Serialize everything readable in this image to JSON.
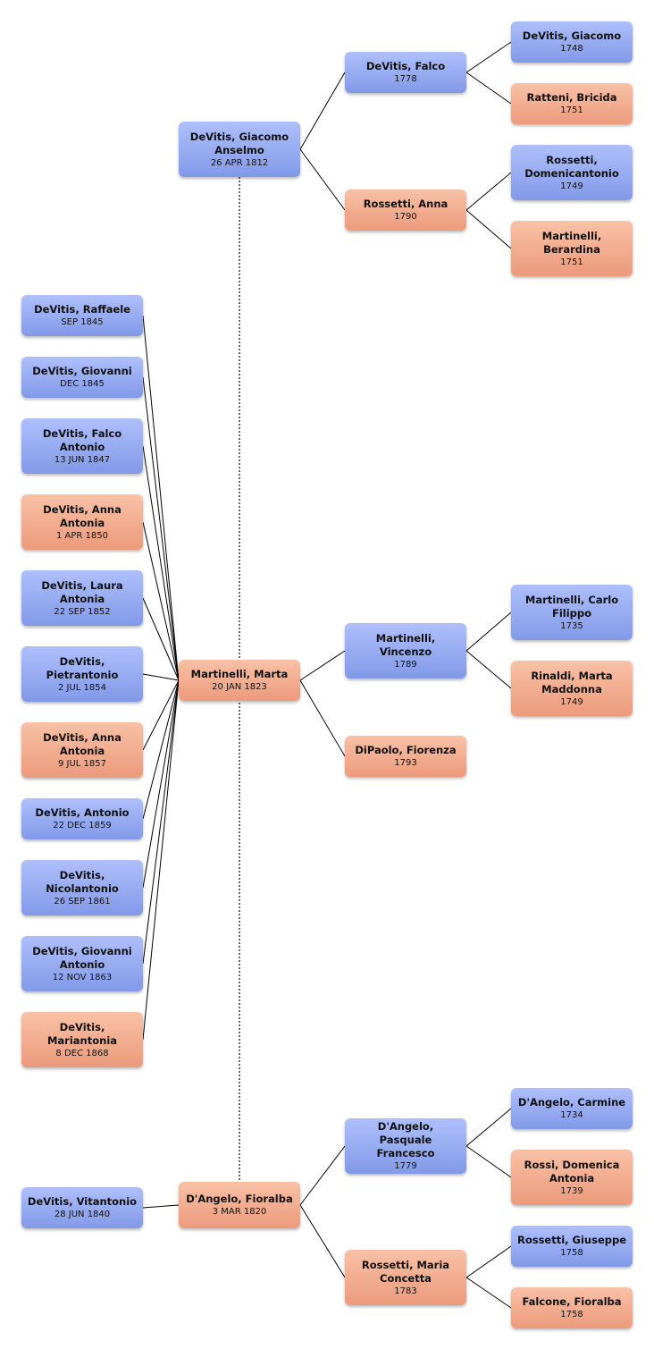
{
  "persons": [
    {
      "id": "giacomo_anselmo",
      "name": "DeVitis, Giacomo Anselmo",
      "date": "26 APR 1812",
      "sex": "m"
    },
    {
      "id": "marta",
      "name": "Martinelli, Marta",
      "date": "20 JAN 1823",
      "sex": "f"
    },
    {
      "id": "fioralba",
      "name": "D'Angelo, Fioralba",
      "date": "3 MAR 1820",
      "sex": "f"
    },
    {
      "id": "vitantonio",
      "name": "DeVitis, Vitantonio",
      "date": "28 JUN 1840",
      "sex": "m"
    },
    {
      "id": "c_raffaele",
      "name": "DeVitis, Raffaele",
      "date": "SEP 1845",
      "sex": "m"
    },
    {
      "id": "c_giovanni",
      "name": "DeVitis, Giovanni",
      "date": "DEC 1845",
      "sex": "m"
    },
    {
      "id": "c_falco_antonio",
      "name": "DeVitis, Falco Antonio",
      "date": "13 JUN 1847",
      "sex": "m"
    },
    {
      "id": "c_anna_antonia_1850",
      "name": "DeVitis, Anna Antonia",
      "date": "1 APR 1850",
      "sex": "f"
    },
    {
      "id": "c_laura_antonia",
      "name": "DeVitis, Laura Antonia",
      "date": "22 SEP 1852",
      "sex": "m"
    },
    {
      "id": "c_pietrantonio",
      "name": "DeVitis, Pietrantonio",
      "date": "2 JUL 1854",
      "sex": "m"
    },
    {
      "id": "c_anna_antonia_1857",
      "name": "DeVitis, Anna Antonia",
      "date": "9 JUL 1857",
      "sex": "f"
    },
    {
      "id": "c_antonio",
      "name": "DeVitis, Antonio",
      "date": "22 DEC 1859",
      "sex": "m"
    },
    {
      "id": "c_nicolantonio",
      "name": "DeVitis, Nicolantonio",
      "date": "26 SEP 1861",
      "sex": "m"
    },
    {
      "id": "c_giovanni_antonio",
      "name": "DeVitis, Giovanni Antonio",
      "date": "12 NOV 1863",
      "sex": "m"
    },
    {
      "id": "c_mariantonia",
      "name": "DeVitis, Mariantonia",
      "date": "8 DEC 1868",
      "sex": "f"
    },
    {
      "id": "falco",
      "name": "DeVitis, Falco",
      "date": "1778",
      "sex": "m"
    },
    {
      "id": "anna_rossetti",
      "name": "Rossetti, Anna",
      "date": "1790",
      "sex": "f"
    },
    {
      "id": "giacomo_1748",
      "name": "DeVitis, Giacomo",
      "date": "1748",
      "sex": "m"
    },
    {
      "id": "bricida",
      "name": "Ratteni, Bricida",
      "date": "1751",
      "sex": "f"
    },
    {
      "id": "domenicantonio",
      "name": "Rossetti, Domenicantonio",
      "date": "1749",
      "sex": "m"
    },
    {
      "id": "berardina",
      "name": "Martinelli, Berardina",
      "date": "1751",
      "sex": "f"
    },
    {
      "id": "vincenzo",
      "name": "Martinelli, Vincenzo",
      "date": "1789",
      "sex": "m"
    },
    {
      "id": "fiorenza",
      "name": "DiPaolo, Fiorenza",
      "date": "1793",
      "sex": "f"
    },
    {
      "id": "carlo_filippo",
      "name": "Martinelli, Carlo Filippo",
      "date": "1735",
      "sex": "m"
    },
    {
      "id": "marta_maddonna",
      "name": "Rinaldi, Marta Maddonna",
      "date": "1749",
      "sex": "f"
    },
    {
      "id": "pasquale",
      "name": "D'Angelo, Pasquale Francesco",
      "date": "1779",
      "sex": "m"
    },
    {
      "id": "maria_concetta",
      "name": "Rossetti, Maria Concetta",
      "date": "1783",
      "sex": "f"
    },
    {
      "id": "carmine",
      "name": "D'Angelo, Carmine",
      "date": "1734",
      "sex": "m"
    },
    {
      "id": "domenica_antonia",
      "name": "Rossi, Domenica Antonia",
      "date": "1739",
      "sex": "f"
    },
    {
      "id": "giuseppe",
      "name": "Rossetti, Giuseppe",
      "date": "1758",
      "sex": "m"
    },
    {
      "id": "fioralba_falcone",
      "name": "Falcone, Fioralba",
      "date": "1758",
      "sex": "f"
    }
  ],
  "colors": {
    "male": "#8fa6f0",
    "female": "#f0a888",
    "line": "#000000"
  }
}
